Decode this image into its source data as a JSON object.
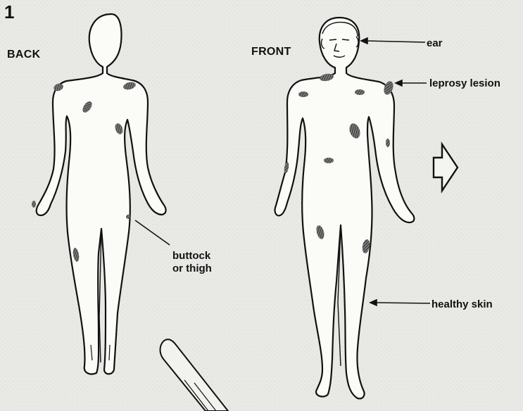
{
  "figure": {
    "step_number": "1",
    "views": {
      "back_label": "BACK",
      "front_label": "FRONT"
    },
    "callouts": {
      "ear": "ear",
      "leprosy_lesion": "leprosy lesion",
      "buttock_line1": "buttock",
      "buttock_line2": "or thigh",
      "healthy_skin": "healthy skin"
    },
    "colors": {
      "background": "#e9e9e6",
      "ink": "#111111",
      "lesion": "#4a4a4a"
    },
    "icons": [
      "outline-arrow-right-icon",
      "glass-slide-icon"
    ]
  }
}
